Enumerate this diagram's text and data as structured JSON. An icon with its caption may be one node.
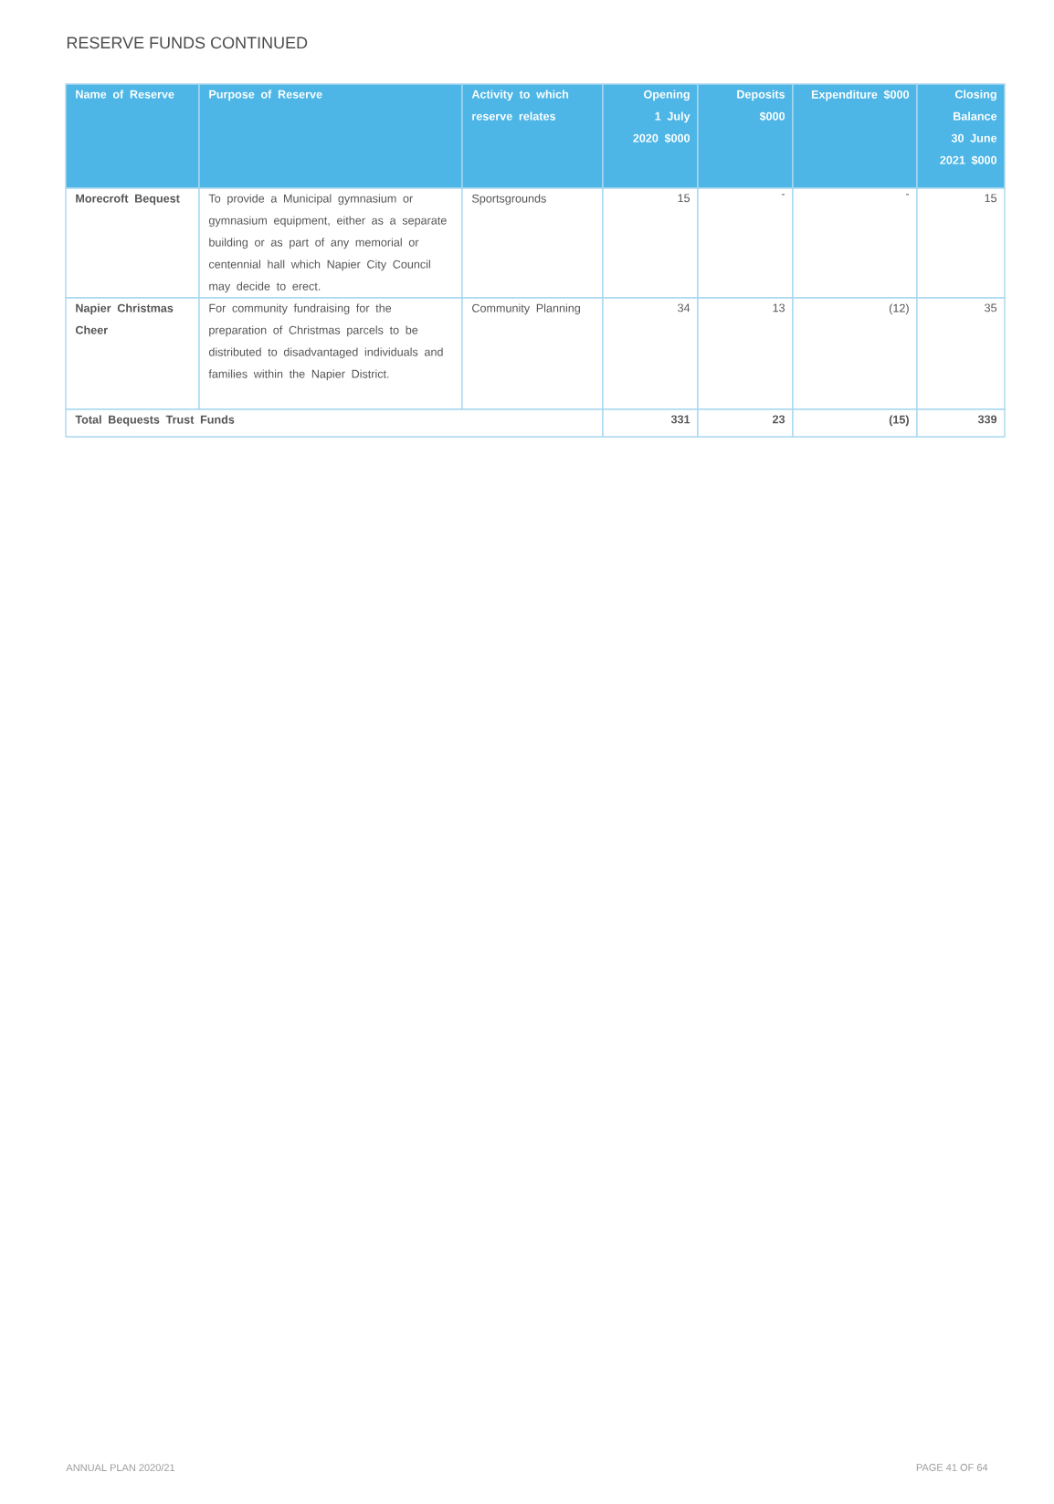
{
  "diagram": {
    "title": "RESERVE FUNDS CONTINUED",
    "labels": [
      "Name of Reserve",
      "Purpose of Reserve",
      "Activity to which reserve relates",
      "Opening 1 July 2020 $000",
      "Deposits $000",
      "Expenditure $000",
      "Closing Balance 30 June 2021 $000",
      "Morecroft Bequest",
      "To provide a Municipal gymnasium or gymnasium equipment, either as a separate building or as part of any memorial or centennial hall which Napier City Council may decide to erect.",
      "Sportsgrounds",
      "15",
      "-",
      "-",
      "15",
      "Napier Christmas Cheer",
      "For community fundraising for the preparation of Christmas parcels to be distributed to disadvantaged individuals and families within the Napier District.",
      "Community Planning",
      "34",
      "13",
      "(12)",
      "35",
      "Total Bequests Trust Funds",
      "331",
      "23",
      "(15)",
      "339",
      "ANNUAL PLAN 2020/21",
      "PAGE 41 OF 64"
    ]
  }
}
